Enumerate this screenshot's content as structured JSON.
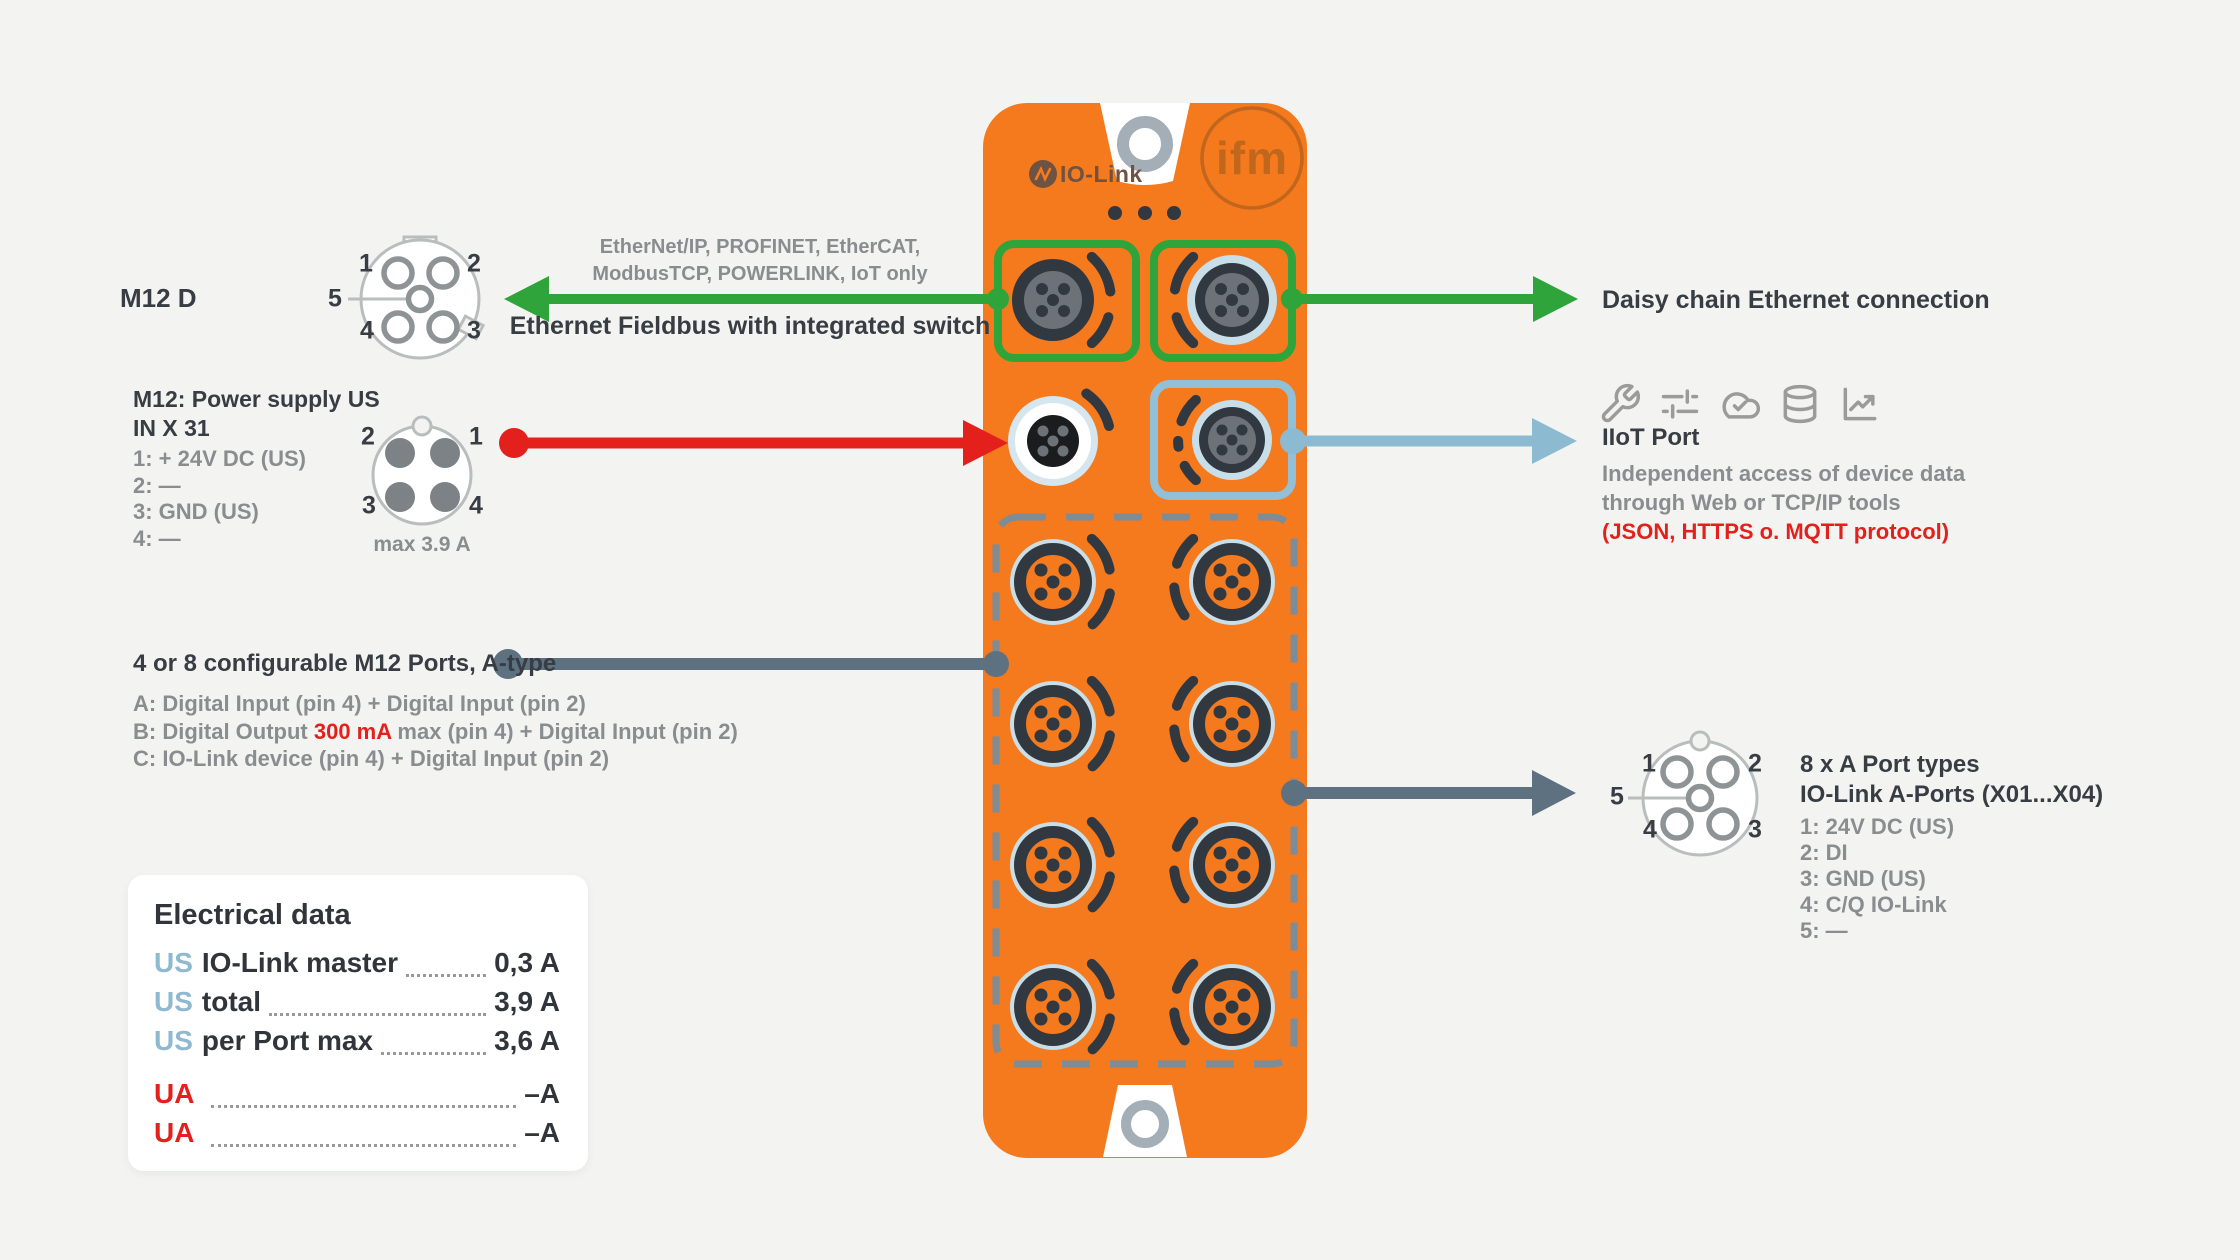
{
  "page": {
    "background": "#F3F4F2"
  },
  "colors": {
    "orange": "#F5791D",
    "green": "#2EA43B",
    "red": "#E3201C",
    "light_blue_arrow": "#8CBBD1",
    "slate_arrow": "#5D7181",
    "us_blue": "#8FB9CE",
    "connector_dark": "#32383F"
  },
  "device": {
    "brand_logo": "ifm",
    "iolink_logo": "IO-Link"
  },
  "top_annotation": {
    "protocols1": "EtherNet/IP, PROFINET, EtherCAT,",
    "protocols2": "ModbusTCP, POWERLINK, IoT only",
    "fieldbus": "Ethernet Fieldbus with integrated switch"
  },
  "left": {
    "m12d": {
      "label": "M12 D",
      "pins": [
        "1",
        "2",
        "5",
        "4",
        "3"
      ]
    },
    "power": {
      "title1": "M12: Power supply US",
      "title2": "IN X 31",
      "pin_lines": [
        "1: + 24V DC (US)",
        "2: —",
        "3: GND (US)",
        "4: —"
      ],
      "pins": [
        "2",
        "1",
        "3",
        "4"
      ],
      "max_label": "max 3.9 A"
    },
    "ports": {
      "title": "4 or 8 configurable M12 Ports, A-type",
      "line_a": "A: Digital Input (pin 4) + Digital Input (pin 2)",
      "line_b_prefix": "B: Digital Output ",
      "line_b_highlight": "300 mA",
      "line_b_suffix": " max (pin 4) + Digital Input (pin 2)",
      "line_c": "C: IO-Link device (pin 4) + Digital Input (pin 2)"
    },
    "electrical": {
      "title": "Electrical data",
      "rows": [
        {
          "prefix": "US",
          "label": "IO-Link master",
          "value": "0,3 A"
        },
        {
          "prefix": "US",
          "label": "total",
          "value": "3,9 A"
        },
        {
          "prefix": "US",
          "label": "per Port max",
          "value": "3,6 A"
        },
        {
          "prefix": "UA",
          "label": "",
          "value": "–A"
        },
        {
          "prefix": "UA",
          "label": "",
          "value": "–A"
        }
      ]
    }
  },
  "right": {
    "daisy_chain": "Daisy chain Ethernet connection",
    "iiot": {
      "icons": [
        "wrench-icon",
        "sliders-icon",
        "cloud-check-icon",
        "database-icon",
        "chart-icon"
      ],
      "title": "IIoT Port",
      "line1": "Independent access of device data",
      "line2": "through Web or TCP/IP tools",
      "protocol_note": "(JSON, HTTPS o. MQTT protocol)"
    },
    "aports": {
      "title": "8 x A Port types",
      "subtitle": "IO-Link A-Ports (X01...X04)",
      "pin_lines": [
        "1: 24V DC (US)",
        "2: DI",
        "3: GND (US)",
        "4: C/Q IO-Link",
        "5: —"
      ],
      "pins": [
        "1",
        "2",
        "5",
        "4",
        "3"
      ]
    }
  }
}
